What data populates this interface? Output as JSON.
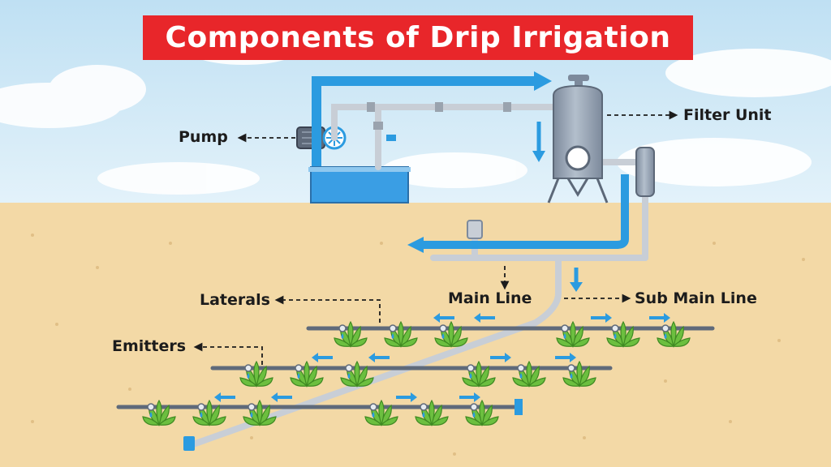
{
  "title": "Components of Drip Irrigation",
  "labels": {
    "pump": "Pump",
    "filter_unit": "Filter Unit",
    "main_line": "Main Line",
    "sub_main_line": "Sub Main Line",
    "laterals": "Laterals",
    "emitters": "Emitters"
  },
  "colors": {
    "sky": "#cfe8f5",
    "soil": "#f3d9a6",
    "title_bg": "#e8262a",
    "flow_arrow": "#2b9be0",
    "pipe": "#c8ced6",
    "lateral_pipe": "#5f6a7a",
    "tank_water": "#3a9ee4",
    "filter_body": "#8f9cad",
    "plant": "#6cbf3f"
  },
  "icons": [
    "pump-icon",
    "filter-tank-icon",
    "water-tank-icon",
    "plant-icon",
    "emitter-icon",
    "flow-arrow-icon",
    "valve-icon"
  ]
}
